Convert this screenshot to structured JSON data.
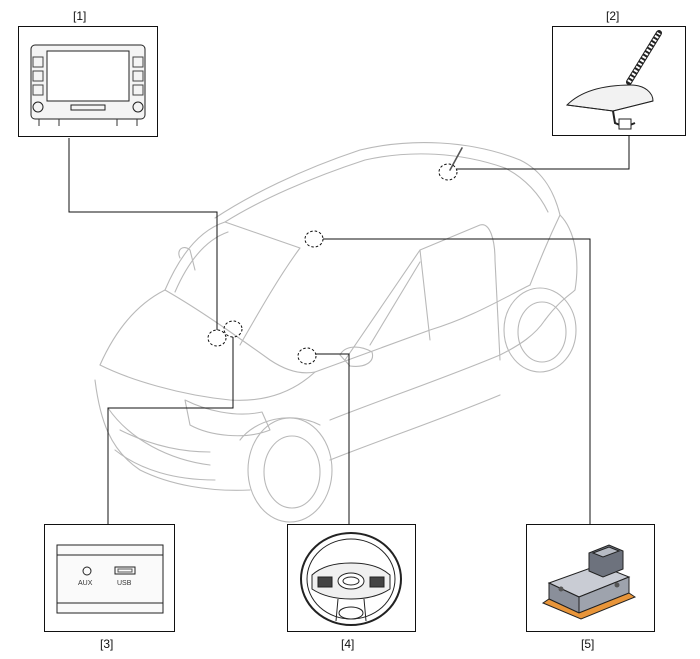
{
  "callouts": [
    {
      "id": "1",
      "label": "[1]"
    },
    {
      "id": "2",
      "label": "[2]"
    },
    {
      "id": "3",
      "label": "[3]"
    },
    {
      "id": "4",
      "label": "[4]"
    },
    {
      "id": "5",
      "label": "[5]"
    }
  ],
  "aux_port": {
    "aux_text": "AUX",
    "usb_text": "USB"
  },
  "colors": {
    "line": "#111111",
    "car_outline": "#b9b9b9",
    "module_orange": "#e8953a",
    "module_body": "#8a8f9a"
  }
}
